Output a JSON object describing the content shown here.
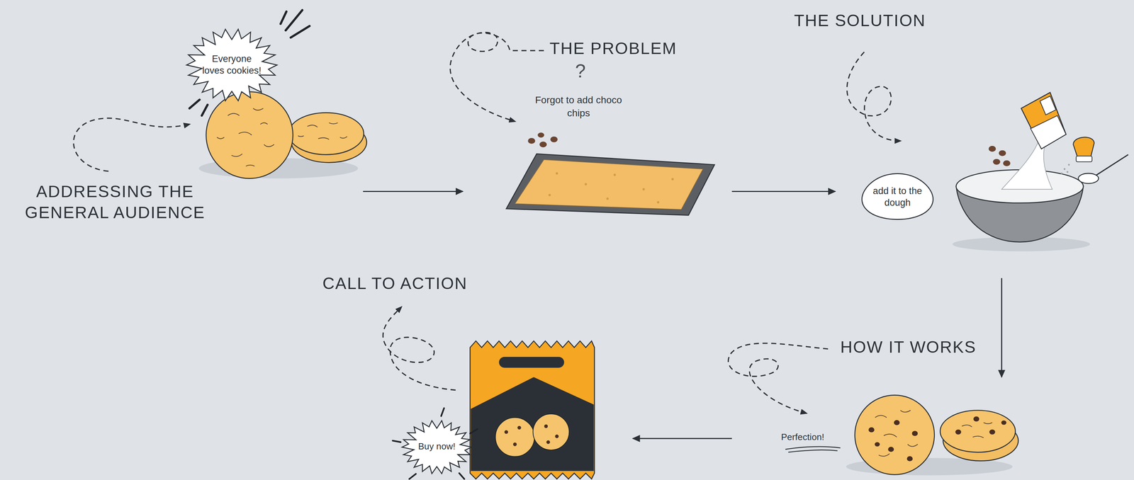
{
  "diagram": {
    "nodes": [
      {
        "text": [
          "ADDRESSING THE GENERAL AUDIENCE"
        ]
      },
      {
        "text": [
          "Everyone loves cookies!"
        ],
        "in": 0
      },
      {
        "text": [
          "THE PROBLEM",
          "?",
          "Forgot to add choco chips"
        ]
      },
      {
        "text": [
          "THE SOLUTION"
        ]
      },
      {
        "text": [
          "add it to the dough"
        ],
        "in": 3
      },
      {
        "text": [
          "HOW IT WORKS",
          "Perfection!"
        ]
      },
      {
        "text": [
          "CALL TO ACTION"
        ]
      },
      {
        "text": [
          "Buy now!"
        ],
        "in": 6
      }
    ],
    "edges": [
      {
        "from": 0,
        "to": 2,
        "arrow": "to"
      },
      {
        "from": 2,
        "to": 3,
        "arrow": "to"
      },
      {
        "from": 3,
        "to": 5,
        "arrow": "to"
      },
      {
        "from": 5,
        "to": 6,
        "arrow": "to"
      }
    ]
  }
}
